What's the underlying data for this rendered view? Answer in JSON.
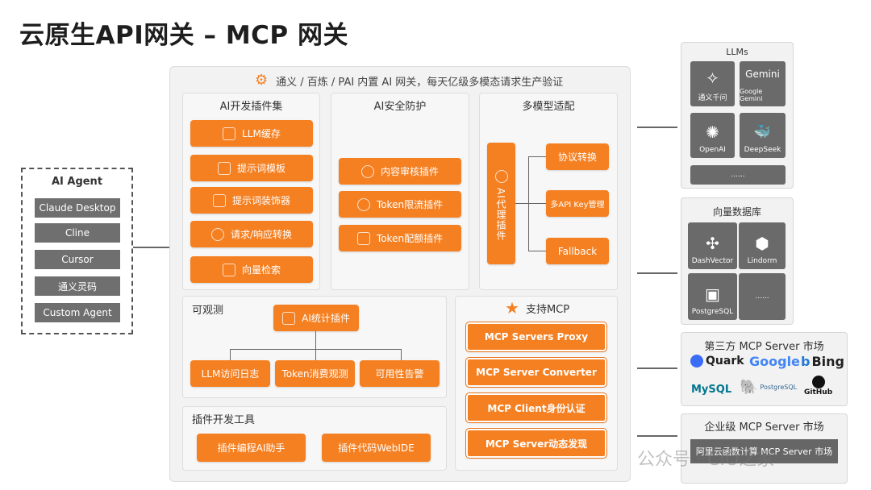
{
  "title": "云原生API网关 – MCP 网关",
  "agent": {
    "title": "AI Agent",
    "items": [
      "Claude Desktop",
      "Cline",
      "Cursor",
      "通义灵码",
      "Custom Agent"
    ]
  },
  "gateway": {
    "header": "通义 / 百炼 / PAI 内置 AI 网关，每天亿级多模态请求生产验证",
    "plugins": {
      "title": "AI开发插件集",
      "items": [
        "LLM缓存",
        "提示词模板",
        "提示词装饰器",
        "请求/响应转换",
        "向量检索"
      ]
    },
    "security": {
      "title": "AI安全防护",
      "items": [
        "内容审核插件",
        "Token限流插件",
        "Token配额插件"
      ]
    },
    "multimodel": {
      "title": "多模型适配",
      "proxy": "AI代理插件",
      "items": [
        "协议转换",
        "多API Key管理",
        "Fallback"
      ]
    },
    "observability": {
      "title": "可观测",
      "top": "AI统计插件",
      "items": [
        "LLM访问日志",
        "Token消费观测",
        "可用性告警"
      ]
    },
    "devtools": {
      "title": "插件开发工具",
      "items": [
        "插件编程AI助手",
        "插件代码WebIDE"
      ]
    },
    "mcp": {
      "title": "支持MCP",
      "items": [
        "MCP Servers Proxy",
        "MCP Server Converter",
        "MCP Client身份认证",
        "MCP Server动态发现"
      ]
    }
  },
  "llms": {
    "title": "LLMs",
    "items": [
      {
        "label": "通义千问",
        "glyph": "✧"
      },
      {
        "label": "Google Gemini",
        "glyph": "Gemini"
      },
      {
        "label": "OpenAI",
        "glyph": "✺"
      },
      {
        "label": "DeepSeek",
        "glyph": "🐳"
      }
    ],
    "more": "......"
  },
  "vectordb": {
    "title": "向量数据库",
    "items": [
      {
        "label": "DashVector",
        "glyph": "✣"
      },
      {
        "label": "Lindorm",
        "glyph": "⬢"
      },
      {
        "label": "PostgreSQL",
        "glyph": "▣"
      }
    ],
    "more": "......"
  },
  "thirdparty": {
    "title": "第三方 MCP Server 市场",
    "logos": [
      "Quark",
      "Google",
      "Bing",
      "MySQL",
      "PostgreSQL",
      "GitHub"
    ]
  },
  "enterprise": {
    "title": "企业级 MCP Server 市场",
    "item": "阿里云函数计算 MCP Server 市场"
  },
  "watermark": "公众号 · CIO之家"
}
